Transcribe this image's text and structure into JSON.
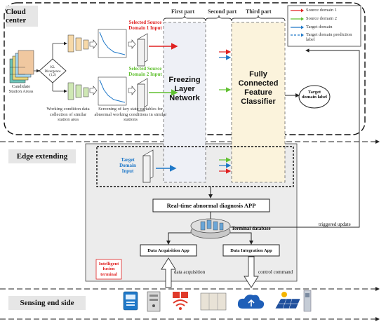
{
  "layers": {
    "cloud": "Cloud center",
    "edge": "Edge extending",
    "sensing": "Sensing end side"
  },
  "parts": {
    "first": "First part",
    "second": "Second part",
    "third": "Third part"
  },
  "legend": {
    "items": [
      {
        "label": "Source domain 1",
        "color": "#e02020",
        "style": "solid"
      },
      {
        "label": "Source domain 2",
        "color": "#60c030",
        "style": "solid"
      },
      {
        "label": "Target domain",
        "color": "#1f78c8",
        "style": "solid"
      },
      {
        "label": "Target domain prediction label",
        "color": "#1f78c8",
        "style": "dashed"
      }
    ]
  },
  "cloud": {
    "candidate": "Candidate Station Areas",
    "kl": "KL Divergence (1,2)",
    "collection_caption": "Working condition data collection of similar station area",
    "screening_caption": "Screening of key state variables for abnormal working conditions in similar stations",
    "source1_input": "Selected Source Domain 1 Input",
    "source2_input": "Selected Source Domain 2 Input",
    "freezing": "Freezing Layer Network",
    "fc": "Fully Connected Feature Classifier",
    "target_label": "Target domain label"
  },
  "edge": {
    "target_input": "Target Domain Input",
    "app": "Real-time abnormal diagnosis APP",
    "terminal_db": "Terminal database",
    "triggered": "triggered update",
    "acq_app": "Data Acquisition App",
    "int_app": "Data Integration App",
    "fusion": "Intelligent fusion terminal"
  },
  "sensing": {
    "data_acq": "data acquisition",
    "control": "control command",
    "devices": [
      "meter-icon",
      "server-icon",
      "wireless-icon",
      "cabinet-icon",
      "cloud-upload-icon",
      "solar-panel-icon",
      "switchgear-icon"
    ]
  },
  "colors": {
    "red": "#e02020",
    "green": "#60c030",
    "blue": "#1f78c8",
    "freeze_bg": "#eef0f6",
    "fc_bg": "#fbf3dc"
  }
}
